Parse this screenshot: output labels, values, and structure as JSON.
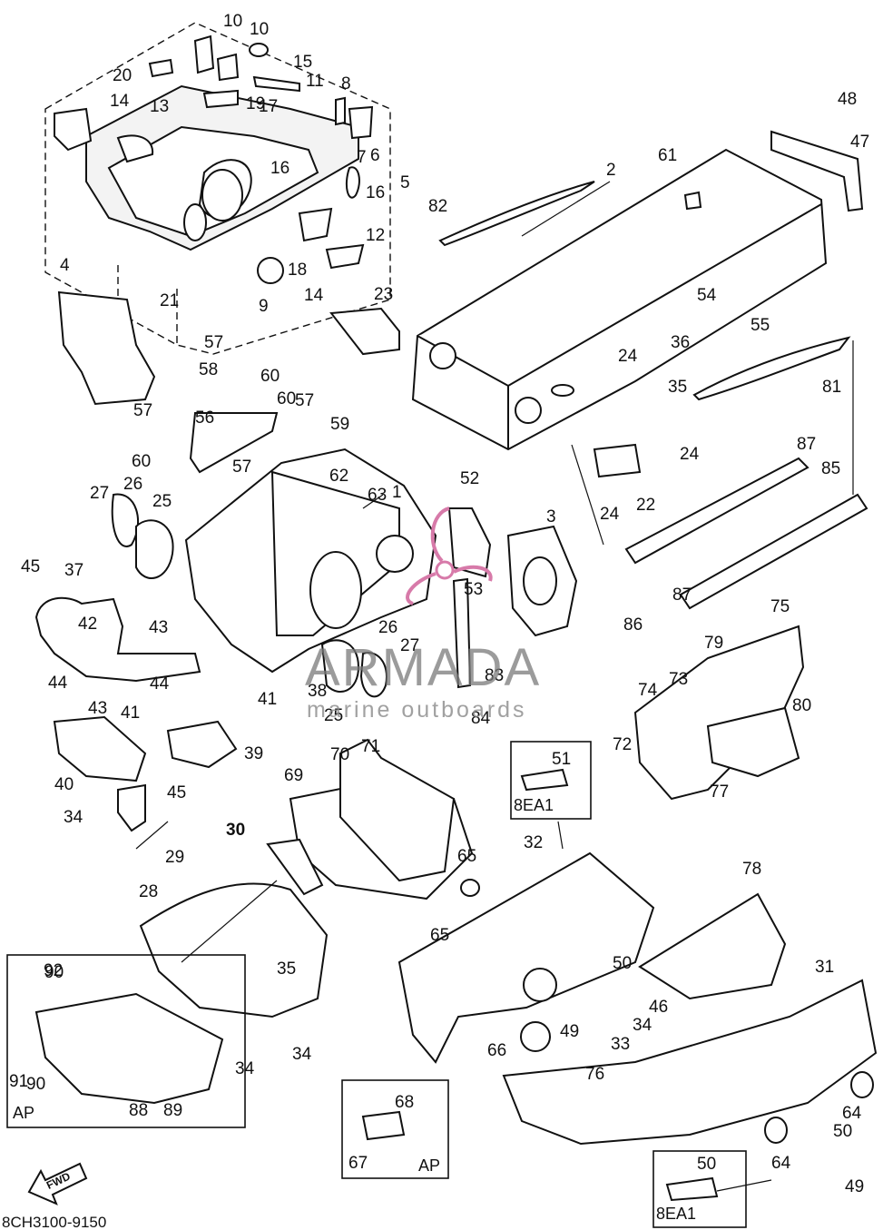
{
  "diagram_code": "8CH3100-9150",
  "fwd_label": "FWD",
  "watermark": {
    "brand": "ARMADA",
    "tagline": "marine outboards"
  },
  "boxes": {
    "ap_left": "AP",
    "ap_bottom": "AP",
    "ea_top": "8EA1",
    "ea_bottom": "8EA1"
  },
  "part_numbers": [
    "1",
    "2",
    "3",
    "4",
    "5",
    "6",
    "7",
    "8",
    "9",
    "10",
    "10",
    "11",
    "12",
    "13",
    "14",
    "14",
    "15",
    "16",
    "16",
    "17",
    "18",
    "19",
    "20",
    "21",
    "22",
    "23",
    "24",
    "24",
    "24",
    "25",
    "25",
    "26",
    "26",
    "27",
    "27",
    "28",
    "29",
    "30",
    "31",
    "32",
    "33",
    "34",
    "34",
    "34",
    "34",
    "35",
    "35",
    "36",
    "37",
    "38",
    "39",
    "40",
    "41",
    "41",
    "42",
    "43",
    "43",
    "44",
    "44",
    "45",
    "45",
    "46",
    "47",
    "48",
    "49",
    "49",
    "50",
    "50",
    "50",
    "51",
    "52",
    "53",
    "54",
    "55",
    "56",
    "57",
    "57",
    "57",
    "57",
    "58",
    "59",
    "60",
    "60",
    "60",
    "61",
    "62",
    "63",
    "64",
    "64",
    "65",
    "65",
    "66",
    "67",
    "68",
    "69",
    "70",
    "71",
    "72",
    "73",
    "74",
    "75",
    "76",
    "77",
    "78",
    "79",
    "80",
    "81",
    "82",
    "83",
    "84",
    "85",
    "86",
    "87",
    "87",
    "88",
    "89",
    "90",
    "90",
    "91",
    "92"
  ]
}
